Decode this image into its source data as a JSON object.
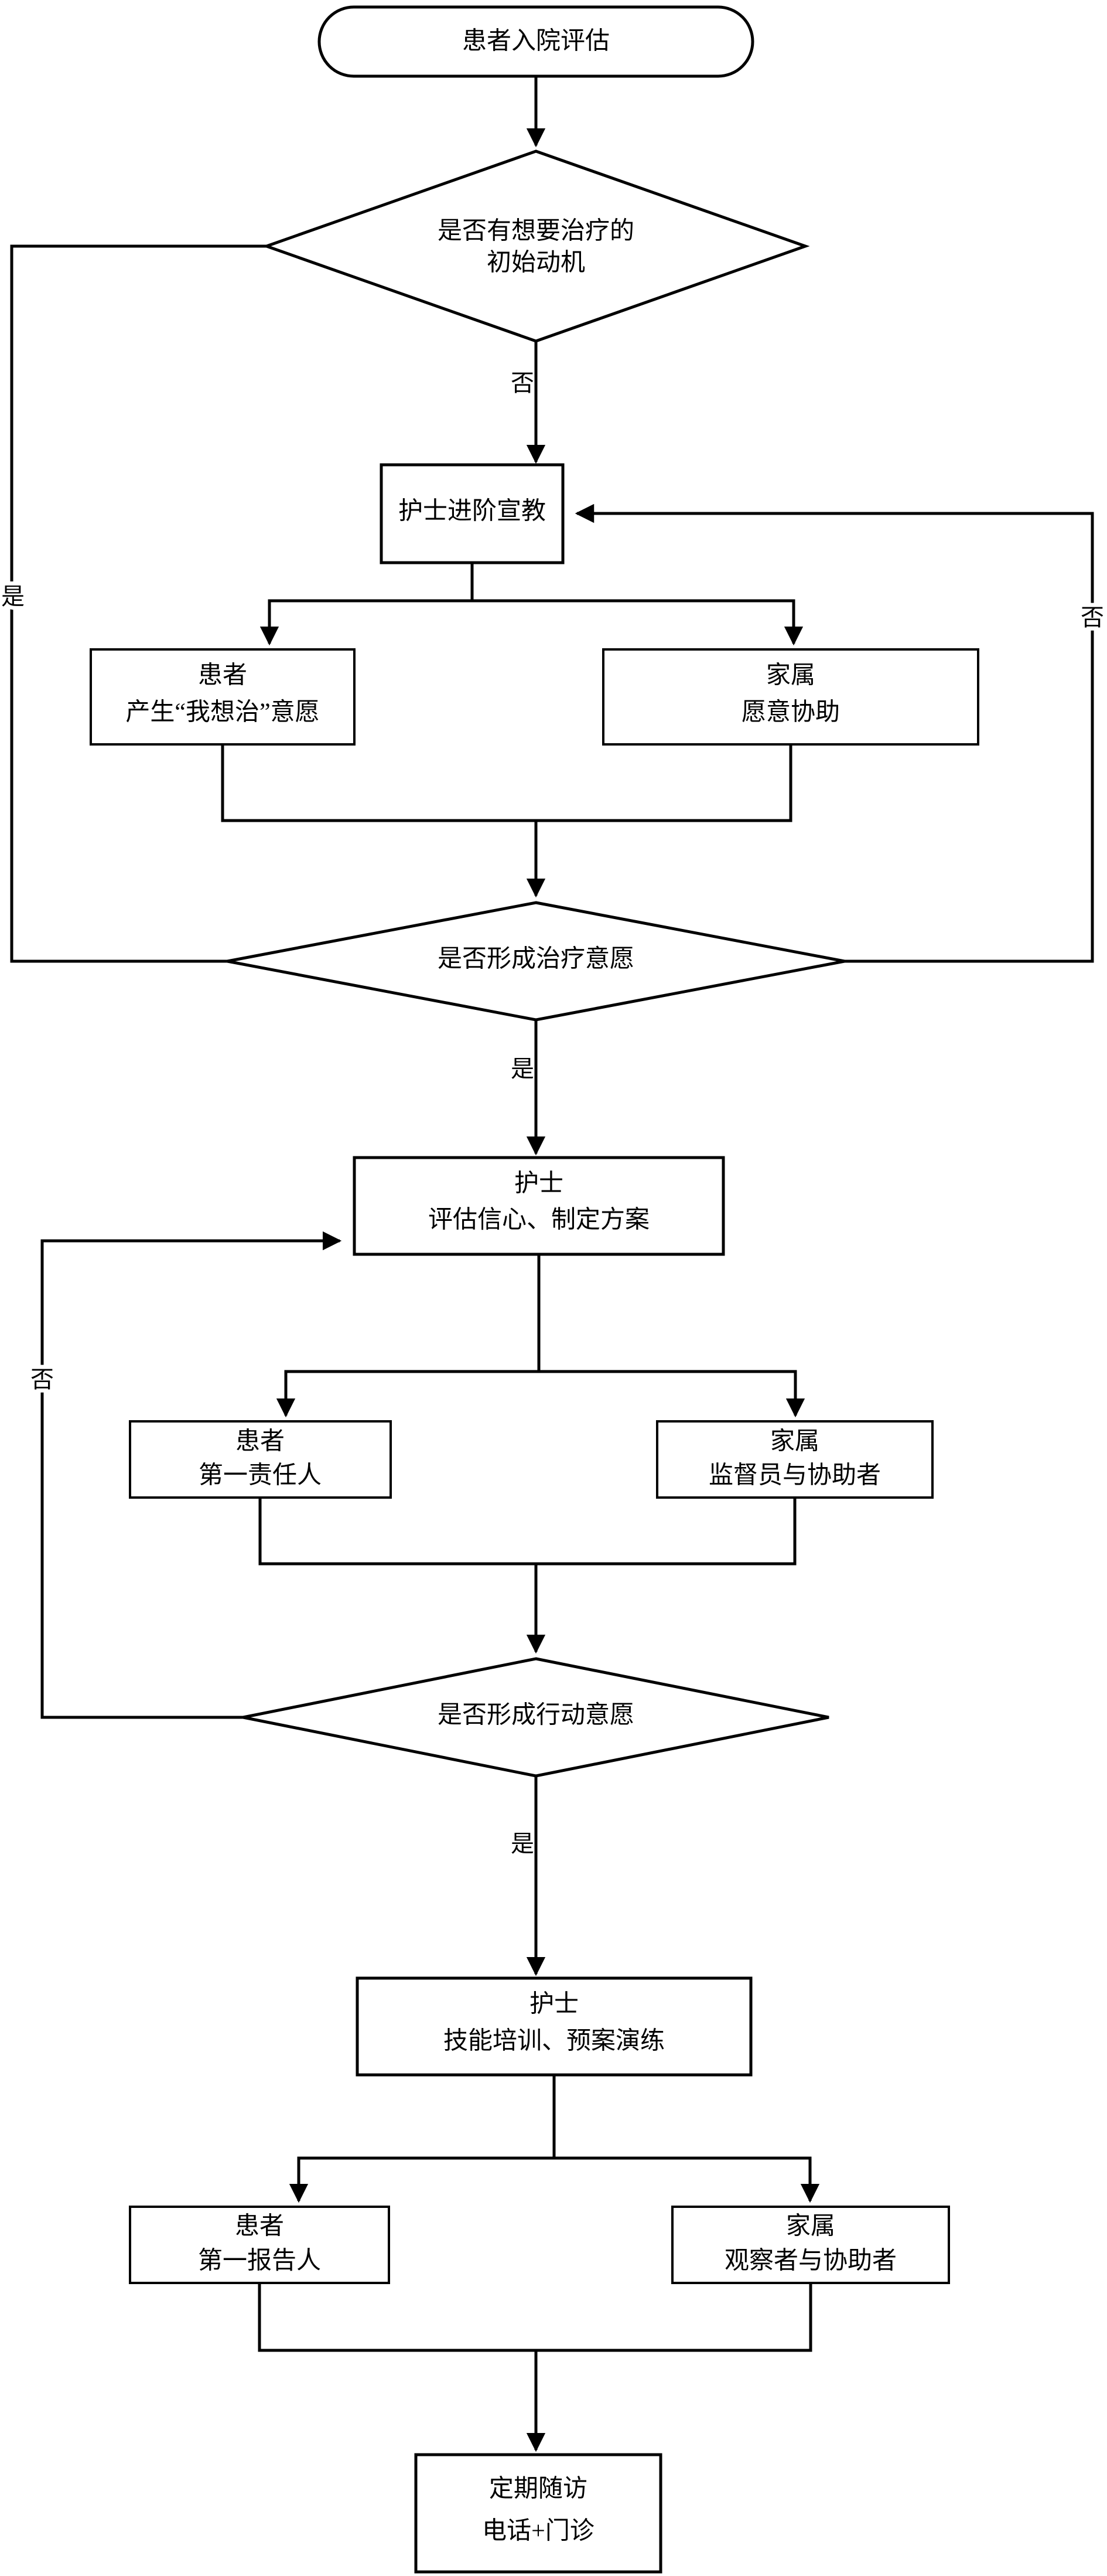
{
  "diagram": {
    "type": "flowchart",
    "orientation": "top-to-bottom",
    "background_color": "#ffffff",
    "line_color": "#000000",
    "text_color": "#000000"
  },
  "nodes": {
    "start": {
      "shape": "stadium",
      "text": "患者入院评估"
    },
    "decision1": {
      "shape": "diamond",
      "line1": "是否有想要治疗的",
      "line2": "初始动机"
    },
    "nurse_edu": {
      "shape": "rectangle",
      "text": "护士进阶宣教"
    },
    "patient_will": {
      "shape": "rectangle",
      "line1": "患者",
      "line2": "产生“我想治”意愿"
    },
    "family_help": {
      "shape": "rectangle",
      "line1": "家属",
      "line2": "愿意协助"
    },
    "decision2": {
      "shape": "diamond",
      "text": "是否形成治疗意愿"
    },
    "nurse_plan": {
      "shape": "rectangle",
      "line1": "护士",
      "line2": "评估信心、制定方案"
    },
    "patient_responsible": {
      "shape": "rectangle",
      "line1": "患者",
      "line2": "第一责任人"
    },
    "family_supervisor": {
      "shape": "rectangle",
      "line1": "家属",
      "line2": "监督员与协助者"
    },
    "decision3": {
      "shape": "diamond",
      "text": "是否形成行动意愿"
    },
    "nurse_training": {
      "shape": "rectangle",
      "line1": "护士",
      "line2": "技能培训、预案演练"
    },
    "patient_reporter": {
      "shape": "rectangle",
      "line1": "患者",
      "line2": "第一报告人"
    },
    "family_observer": {
      "shape": "rectangle",
      "line1": "家属",
      "line2": "观察者与协助者"
    },
    "followup": {
      "shape": "rectangle",
      "line1": "定期随访",
      "line2": "电话+门诊"
    }
  },
  "edge_labels": {
    "d1_no": "否",
    "d1_yes_left": "是",
    "d2_yes": "是",
    "d2_no_right": "否",
    "d3_yes": "是",
    "d3_no_left": "否"
  }
}
